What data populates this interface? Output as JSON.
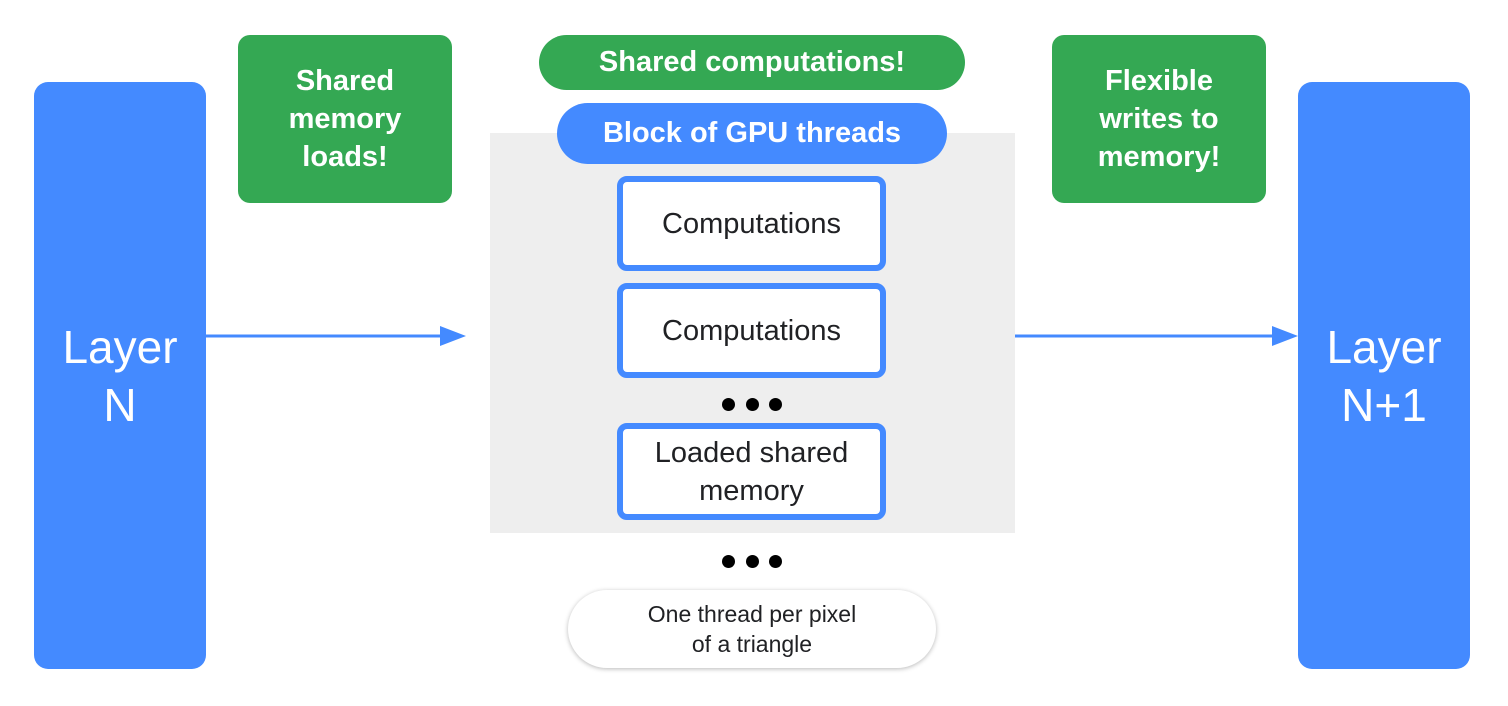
{
  "layer_in": {
    "line1": "Layer",
    "line2": "N"
  },
  "layer_out": {
    "line1": "Layer",
    "line2": "N+1"
  },
  "note_shared_loads": {
    "line1": "Shared",
    "line2": "memory",
    "line3": "loads!"
  },
  "note_shared_computations": "Shared computations!",
  "note_flexible_writes": {
    "line1": "Flexible",
    "line2": "writes to",
    "line3": "memory!"
  },
  "block": {
    "label": "Block of GPU threads",
    "threads": [
      {
        "line1": "Computations"
      },
      {
        "line1": "Computations"
      },
      {
        "line1": "Loaded shared",
        "line2": "memory"
      }
    ]
  },
  "caption": {
    "line1": "One thread per pixel",
    "line2": "of a triangle"
  },
  "colors": {
    "layer_blue": "#448aff",
    "note_green": "#34a853",
    "block_gray": "#eeeeee",
    "arrow_blue": "#448aff"
  }
}
